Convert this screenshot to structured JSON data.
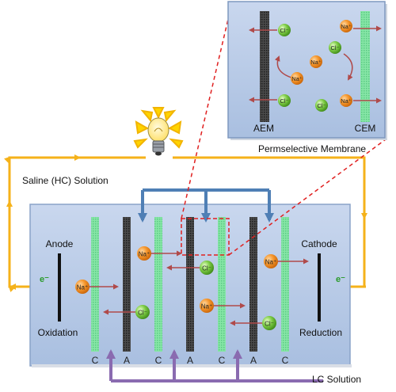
{
  "labels": {
    "saline_solution": "Saline (HC) Solution",
    "lc_solution": "LC Solution",
    "permselective_membrane": "Permselective Membrane",
    "anode": "Anode",
    "cathode": "Cathode",
    "oxidation": "Oxidation",
    "reduction": "Reduction",
    "electron": "e⁻",
    "aem": "AEM",
    "cem": "CEM"
  },
  "membrane_sequence": [
    "C",
    "A",
    "C",
    "A",
    "C",
    "A",
    "C"
  ],
  "ions": {
    "sodium": "Na⁺",
    "chloride": "Cl⁻"
  },
  "colors": {
    "cell_fill": "#b9cbe6",
    "cem": "#7ee0a0",
    "aem": "#3a3a3a",
    "wire": "#f5b21a",
    "inflow_arrow": "#4f7fb5",
    "outflow_arrow": "#8a6bb0",
    "ion_arrow": "#b04a4a",
    "zoom_line": "#e02020",
    "sodium_ion": "#f08a1c",
    "chloride_ion": "#72c23a"
  },
  "icons": [
    "light-bulb-icon"
  ]
}
